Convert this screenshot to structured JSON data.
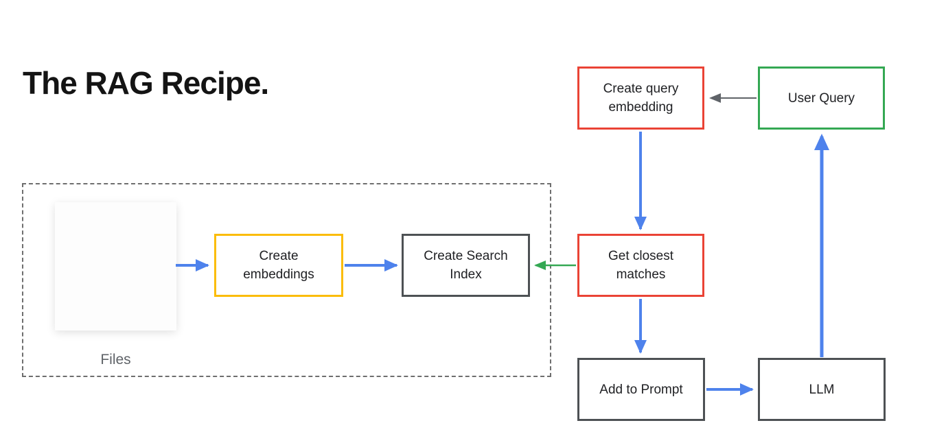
{
  "title": "The RAG Recipe.",
  "colors": {
    "node_red_border": "#ea4335",
    "node_green_border": "#34a853",
    "node_yellow_border": "#fbbc04",
    "node_dark_border": "#4d5154",
    "arrow_blue": "#4e82ec",
    "arrow_gray": "#5f6368",
    "arrow_green": "#34a853",
    "dashed_group_border": "#6e6e6e",
    "node_text": "#202124",
    "files_label_text": "#5f6368"
  },
  "nodes": [
    {
      "id": "create-query-embedding",
      "label": "Create query embedding",
      "border_color": "#ea4335"
    },
    {
      "id": "user-query",
      "label": "User Query",
      "border_color": "#34a853"
    },
    {
      "id": "get-closest-matches",
      "label": "Get closest matches",
      "border_color": "#ea4335"
    },
    {
      "id": "create-embeddings",
      "label": "Create embeddings",
      "border_color": "#fbbc04"
    },
    {
      "id": "create-search-index",
      "label": "Create Search Index",
      "border_color": "#4d5154"
    },
    {
      "id": "add-to-prompt",
      "label": "Add to Prompt",
      "border_color": "#4d5154"
    },
    {
      "id": "llm",
      "label": "LLM",
      "border_color": "#4d5154"
    }
  ],
  "files_group": {
    "label": "Files",
    "contains": [
      "file-card"
    ]
  },
  "edges": [
    {
      "from": "user-query",
      "to": "create-query-embedding",
      "color": "gray",
      "direction": "left"
    },
    {
      "from": "create-query-embedding",
      "to": "get-closest-matches",
      "color": "blue",
      "direction": "down"
    },
    {
      "from": "get-closest-matches",
      "to": "create-search-index",
      "color": "green",
      "direction": "left"
    },
    {
      "from": "get-closest-matches",
      "to": "add-to-prompt",
      "color": "blue",
      "direction": "down"
    },
    {
      "from": "add-to-prompt",
      "to": "llm",
      "color": "blue",
      "direction": "right"
    },
    {
      "from": "llm",
      "to": "user-query",
      "color": "blue",
      "direction": "up",
      "weight": "thick"
    },
    {
      "from": "files",
      "to": "create-embeddings",
      "color": "blue",
      "direction": "right"
    },
    {
      "from": "create-embeddings",
      "to": "create-search-index",
      "color": "blue",
      "direction": "right"
    }
  ]
}
